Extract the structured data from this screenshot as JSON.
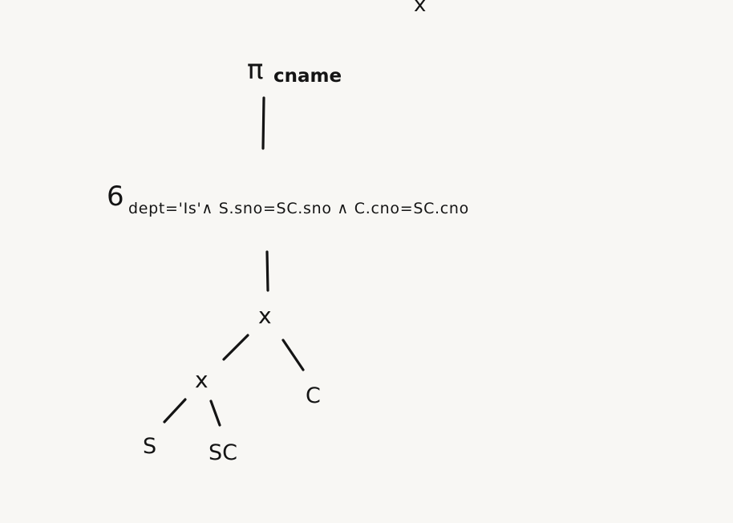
{
  "diagram": {
    "top_mark": "x",
    "projection": {
      "symbol": "π",
      "attribute": "cname"
    },
    "selection": {
      "symbol": "6",
      "condition": "dept='Is'∧ S.sno=SC.sno ∧ C.cno=SC.cno"
    },
    "upper_product": "x",
    "lower_product": "x",
    "leaves": {
      "s": "S",
      "sc": "SC",
      "c": "C"
    }
  }
}
